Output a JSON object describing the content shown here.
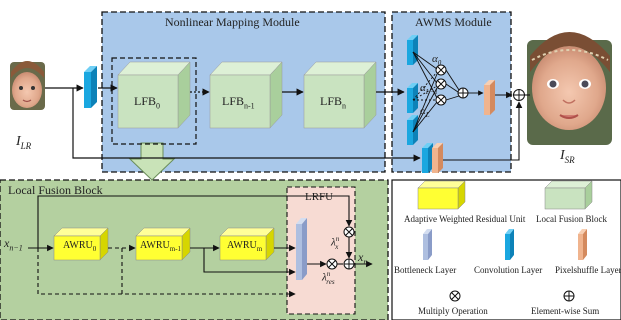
{
  "nonlinear_module": {
    "title": "Nonlinear Mapping Module"
  },
  "awms_module": {
    "title": "AWMS Module"
  },
  "lfb_blocks": {
    "lfb0": "LFB",
    "lfb0_sub": "0",
    "lfbn1": "LFB",
    "lfbn1_sub": "n-1",
    "lfbn": "LFB",
    "lfbn_sub": "n"
  },
  "io": {
    "lr_label": "I",
    "lr_sub": "LR",
    "sr_label": "I",
    "sr_sub": "SR"
  },
  "awms_symbols": {
    "alpha": "α",
    "a0_sub": "0",
    "al1_sub": "L−1",
    "al_sub": "L"
  },
  "local_fusion": {
    "title": "Local Fusion Block",
    "input": "x",
    "input_sub": "n−1",
    "output": "x",
    "output_sub": "n"
  },
  "awru": {
    "u0": "AWRU",
    "u0_sub": "0",
    "um1": "AWRU",
    "um1_sub": "m-1",
    "um": "AWRU",
    "um_sub": "m"
  },
  "lrfu": {
    "title": "LRFU",
    "lambda": "λ",
    "lx_sub": "x",
    "lx_sup": "n",
    "lres_sub": "res",
    "lres_sup": "n"
  },
  "legend": {
    "awru": "Adaptive  Weighted  Residual Unit",
    "lfb": "Local Fusion Block",
    "bottleneck": "Bottleneck Layer",
    "conv": "Convolution Layer",
    "pixelshuffle": "Pixelshuffle Layer",
    "multiply": "Multiply  Operation",
    "sum": "Element-wise  Sum"
  },
  "colors": {
    "module_blue": "#a9c8ea",
    "local_green": "#b4d0a0",
    "lrfu_pink": "#f7dbd3",
    "lfb_green": "#c9e3c0",
    "awru_yellow": "#ffff33",
    "conv_blue": "#1aa7e0",
    "bottleneck_blue": "#aebfe0",
    "pixelshuffle_orange": "#f0b48e"
  },
  "icons": [
    "baby-lr-image",
    "baby-sr-image",
    "multiply-icon",
    "sum-icon"
  ]
}
